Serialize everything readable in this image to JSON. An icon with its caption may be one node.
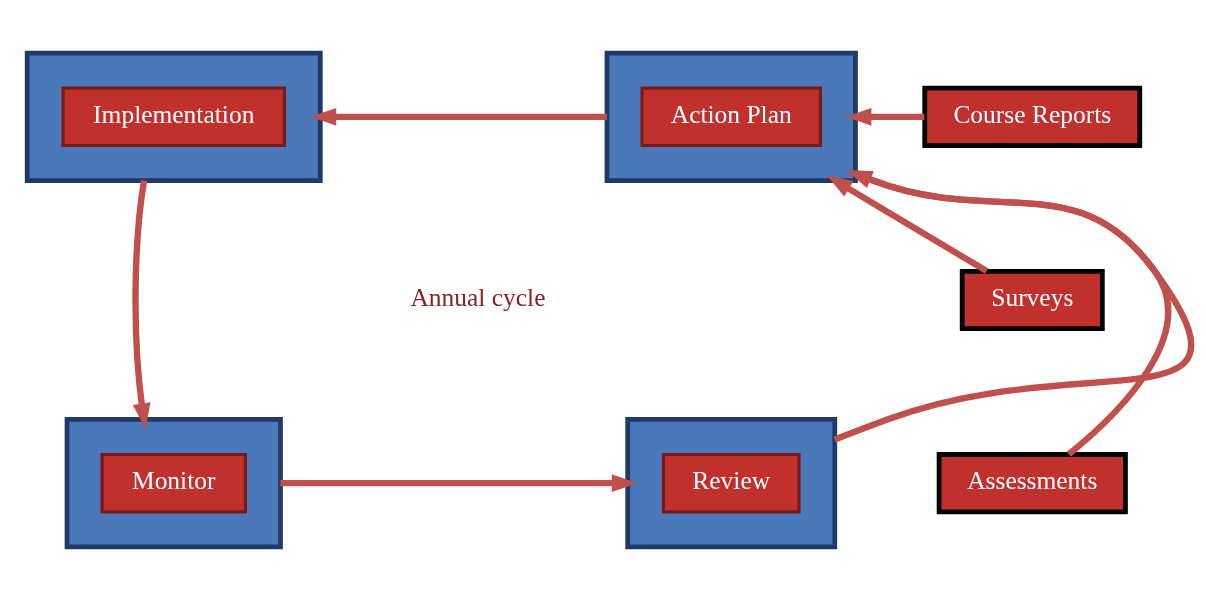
{
  "diagram": {
    "nodes": [
      {
        "text": [],
        "shape": "box"
      },
      {
        "text": [
          "Implementation"
        ],
        "in": 0
      },
      {
        "text": [],
        "shape": "box"
      },
      {
        "text": [
          "Action Plan"
        ],
        "in": 2
      },
      {
        "text": [
          "Course Reports"
        ]
      },
      {
        "text": [
          "Surveys"
        ]
      },
      {
        "text": [
          "Assessments"
        ]
      },
      {
        "text": [],
        "shape": "box"
      },
      {
        "text": [
          "Monitor"
        ],
        "in": 7
      },
      {
        "text": [],
        "shape": "box"
      },
      {
        "text": [
          "Review"
        ],
        "in": 9
      }
    ],
    "edges": [
      {
        "from": 2,
        "to": 0,
        "arrow": "to"
      },
      {
        "from": 0,
        "to": 7,
        "arrow": "to"
      },
      {
        "from": 7,
        "to": 9,
        "arrow": "to"
      },
      {
        "from": 9,
        "to": 2,
        "arrow": "to"
      },
      {
        "from": 4,
        "to": 2,
        "arrow": "to"
      },
      {
        "from": 5,
        "to": 2,
        "arrow": "to"
      },
      {
        "from": 6,
        "to": 2,
        "arrow": "to"
      }
    ],
    "labels": [
      "Annual cycle"
    ]
  }
}
